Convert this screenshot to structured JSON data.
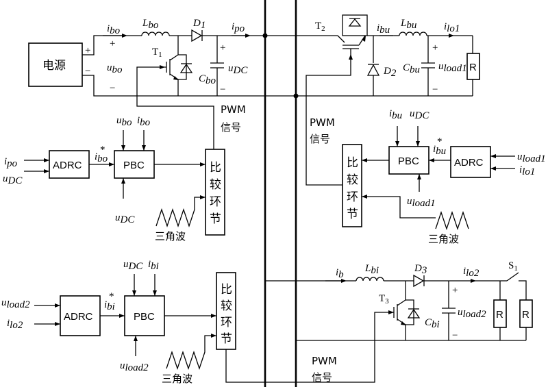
{
  "labels": {
    "source": "电源",
    "plus": "+",
    "minus": "−",
    "i_bo": "i",
    "i_bo_sub": "bo",
    "L_bo": "L",
    "L_bo_sub": "bo",
    "D1": "D",
    "D1_sub": "1",
    "i_po": "i",
    "i_po_sub": "po",
    "T1": "T",
    "T1_sub": "1",
    "u_bo": "u",
    "u_bo_sub": "bo",
    "C_bo": "C",
    "C_bo_sub": "bo",
    "u_DC": "u",
    "u_DC_sub": "DC",
    "T2": "T",
    "T2_sub": "2",
    "i_bu": "i",
    "i_bu_sub": "bu",
    "L_bu": "L",
    "L_bu_sub": "bu",
    "i_lo1": "i",
    "i_lo1_sub": "lo1",
    "D2": "D",
    "D2_sub": "2",
    "C_bu": "C",
    "C_bu_sub": "bu",
    "u_load1": "u",
    "u_load1_sub": "load1",
    "R": "R",
    "pwm": "PWM",
    "signal": "信号",
    "adrc": "ADRC",
    "pbc": "PBC",
    "compare": [
      "比",
      "较",
      "环",
      "节"
    ],
    "triangle": "三角波",
    "star": "*",
    "i_b": "i",
    "i_b_sub": "b",
    "L_bi": "L",
    "L_bi_sub": "bi",
    "D3": "D",
    "D3_sub": "3",
    "i_lo2": "i",
    "i_lo2_sub": "lo2",
    "S1": "S",
    "S1_sub": "1",
    "T3": "T",
    "T3_sub": "3",
    "C_bi": "C",
    "C_bi_sub": "bi",
    "u_load2": "u",
    "u_load2_sub": "load2",
    "i_bi": "i",
    "i_bi_sub": "bi",
    "i_bu_ref": "i",
    "i_bu_ref_sub": "bu",
    "i_bo_ref": "i",
    "i_bo_ref_sub": "bo",
    "i_bi_ref": "i",
    "i_bi_ref_sub": "bi"
  }
}
